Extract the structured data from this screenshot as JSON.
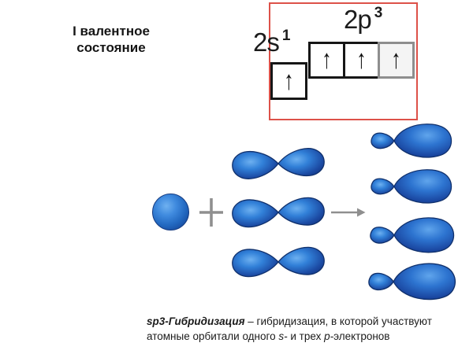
{
  "title": {
    "line1": "I валентное",
    "line2": "состояние"
  },
  "orbital_diagram": {
    "frame_color": "#dd5149",
    "s_label": "2s",
    "s_electron_count": "1",
    "p_label": "2p",
    "p_electron_count": "3"
  },
  "icons": {
    "spin_up_arrow": "↑",
    "plus_sign": "+",
    "right_arrow": "→"
  },
  "equation": {
    "orbital_color": "#2f7ad3",
    "p_orbital_count": 3,
    "hybrid_orbital_count": 4
  },
  "caption": {
    "term": "sp3-Гибридизация",
    "line1_rest": " – гибридизация, в которой участвуют",
    "line2_lead": "атомные орбитали одного ",
    "s_symbol": "s-",
    "line2_mid": " и трех ",
    "p_symbol": "p-",
    "line2_tail": "электронов"
  }
}
